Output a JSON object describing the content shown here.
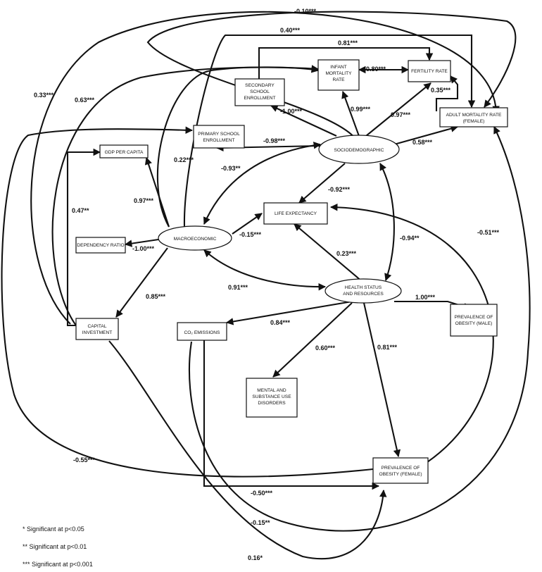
{
  "nodes": {
    "adult_mortality_female": [
      "ADULT MORTALITY RATE",
      "(FEMALE)"
    ],
    "fertility_rate": [
      "FERTILITY RATE"
    ],
    "infant_mortality_rate": [
      "INFANT",
      "MORTALITY",
      "RATE"
    ],
    "secondary_school_enrollment": [
      "SECONDARY",
      "SCHOOL",
      "ENROLLMENT"
    ],
    "primary_school_enrollment": [
      "PRIMARY SCHOOL",
      "ENROLLMENT"
    ],
    "sociodemographic": [
      "SOCIODEMOGRAPHIC"
    ],
    "gdp_per_capita": [
      "GDP PER CAPITA"
    ],
    "life_expectancy": [
      "LIFE EXPECTANCY"
    ],
    "dependency_ratio": [
      "DEPENDENCY RATIO"
    ],
    "macroeconomic": [
      "MACROECONOMIC"
    ],
    "health_status_resources": [
      "HEALTH STATUS",
      "AND RESOURCES"
    ],
    "capital_investment": [
      "CAPITAL",
      "INVESTMENT"
    ],
    "co2_emissions": [
      "CO₂ EMISSIONS"
    ],
    "prevalence_obesity_male": [
      "PREVALENCE OF",
      "OBESITY (MALE)"
    ],
    "mental_substance_use": [
      "MENTAL AND",
      "SUBSTANCE USE",
      "DISORDERS"
    ],
    "prevalence_obesity_female": [
      "PREVALENCE OF",
      "OBESITY (FEMALE)"
    ]
  },
  "coefficients": {
    "soc_adult_top": "-0.10***",
    "soc_fertility_top": "0.40***",
    "second_fertility": "0.81***",
    "infant_fertility": "0.80***",
    "fertility_adult": "0.35***",
    "capinv_adult": "0.33***",
    "macro_capinv": "0.63***",
    "soc_secondary": "-1.00***",
    "soc_infant": "0.99***",
    "soc_fertility": "0.97***",
    "soc_adult": "0.58***",
    "soc_primary": "-0.98***",
    "macro_infant": "0.22***",
    "soc_macro": "-0.93**",
    "soc_life": "-0.92***",
    "gdp_macro": "0.97***",
    "gdp_capinv": "0.47**",
    "macro_life": "-0.15***",
    "macro_dep": "-1.00***",
    "soc_health": "-0.94**",
    "health_life": "0.23***",
    "obf_life": "-0.51***",
    "macro_health": "0.91***",
    "health_obm": "1.00***",
    "macro_capinv_direct": "0.85***",
    "health_co2": "0.84***",
    "health_mental": "0.60***",
    "health_obf": "0.81***",
    "primary_obf": "-0.55***",
    "co2_obf": "-0.50***",
    "co2_adult": "-0.15**",
    "capinv_obf": "0.16*"
  },
  "legend": [
    "* Significant at p<0.05",
    "** Significant at p<0.01",
    "*** Significant at p<0.001"
  ]
}
